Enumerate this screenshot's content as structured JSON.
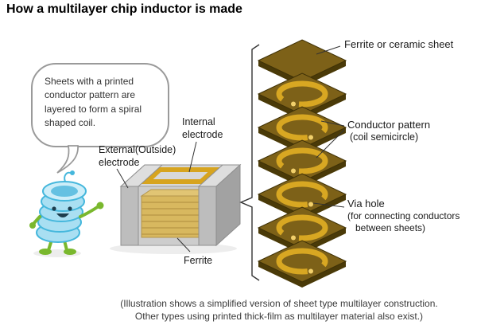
{
  "title": "How a multilayer chip inductor is made",
  "speech_bubble": {
    "text": "Sheets with a printed conductor pattern are layered to form a spiral shaped coil."
  },
  "chip_labels": {
    "internal_electrode_line1": "Internal",
    "internal_electrode_line2": "electrode",
    "external_electrode_line1": "External(Outside)",
    "external_electrode_line2": "electrode",
    "ferrite": "Ferrite"
  },
  "stack_labels": {
    "sheet": "Ferrite or ceramic sheet",
    "conductor_line1": "Conductor pattern",
    "conductor_line2": "(coil semicircle)",
    "via_line1": "Via hole",
    "via_line2": "(for connecting conductors",
    "via_line3": "between sheets)"
  },
  "caption": {
    "line1": "(Illustration shows a simplified version of sheet type multilayer construction.",
    "line2": "Other types using printed thick-film as multilayer material also exist.)"
  },
  "colors": {
    "sheet_brown": "#7d6118",
    "conductor_gold": "#d8a722",
    "chip_gray": "#cccccc",
    "mascot_blue": "#a9dff2",
    "mascot_green": "#7ab82e"
  }
}
